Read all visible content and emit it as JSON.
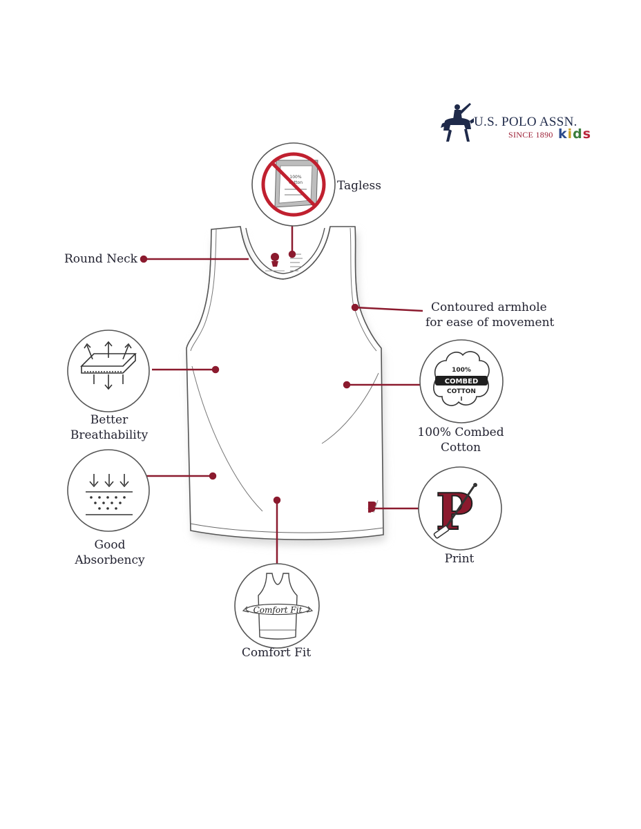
{
  "brand": {
    "name": "U.S. POLO ASSN.",
    "since": "SINCE 1890",
    "kids_letters": [
      "k",
      "i",
      "d",
      "s"
    ]
  },
  "features": {
    "tagless": "Tagless",
    "round_neck": "Round Neck",
    "armhole_line1": "Contoured armhole",
    "armhole_line2": "for ease of movement",
    "breathability_line1": "Better",
    "breathability_line2": "Breathability",
    "cotton_line1": "100% Combed",
    "cotton_line2": "Cotton",
    "absorbency_line1": "Good",
    "absorbency_line2": "Absorbency",
    "print": "Print",
    "comfort_fit": "Comfort Fit"
  },
  "icons": {
    "tagless_badge": {
      "line1": "100%",
      "line2": "Cotton"
    },
    "cotton_badge": {
      "top": "100%",
      "middle": "COMBED",
      "bottom": "COTTON"
    },
    "print_letter": "P",
    "comfort_badge": "Comfort Fit"
  },
  "colors": {
    "accent": "#8b1a2e",
    "navy": "#1f2a4a",
    "outline": "#555555"
  }
}
